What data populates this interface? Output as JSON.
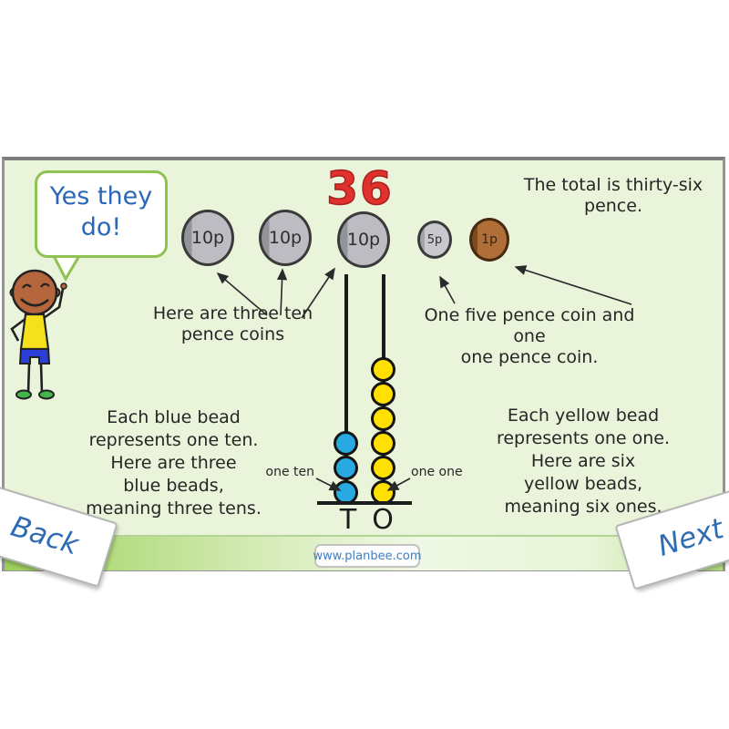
{
  "slide": {
    "title_number": "36",
    "speech_bubble": {
      "lines": [
        "Yes they",
        "do!"
      ]
    },
    "coins": [
      {
        "type": "tenp",
        "label": "10p"
      },
      {
        "type": "tenp",
        "label": "10p"
      },
      {
        "type": "tenp",
        "label": "10p"
      },
      {
        "type": "fivep",
        "label": "5p"
      },
      {
        "type": "onep",
        "label": "1p"
      }
    ],
    "captions": {
      "total_lines": [
        "The total is thirty-six",
        "pence."
      ],
      "tens_lines": [
        "Here are three ten",
        "pence coins"
      ],
      "ones_lines": [
        "One five pence coin and one",
        "one pence coin."
      ],
      "left_lines": [
        "Each blue bead",
        "represents one ten.",
        "Here are three",
        "blue beads,",
        "meaning three tens."
      ],
      "right_lines": [
        "Each yellow bead",
        "represents one one.",
        "Here are six",
        "yellow beads,",
        "meaning six ones."
      ],
      "one_ten": "one ten",
      "one_one": "one one"
    },
    "abacus": {
      "tens_letter": "T",
      "ones_letter": "O",
      "blue_beads": 3,
      "yellow_beads": 6
    },
    "nav": {
      "back": "Back",
      "next": "Next"
    },
    "footer": {
      "link": "www.planbee.com"
    },
    "colors": {
      "slide_bg": "#e9f4da",
      "title_red": "#e1312d",
      "handwriting_blue": "#2a67b6",
      "bead_blue": "#29a9e1",
      "bead_yellow": "#ffe000",
      "coin_silver": "#bcbcc2",
      "coin_copper": "#b06f38",
      "bubble_border": "#8fc153",
      "strip_green": "#9cd15c"
    }
  }
}
